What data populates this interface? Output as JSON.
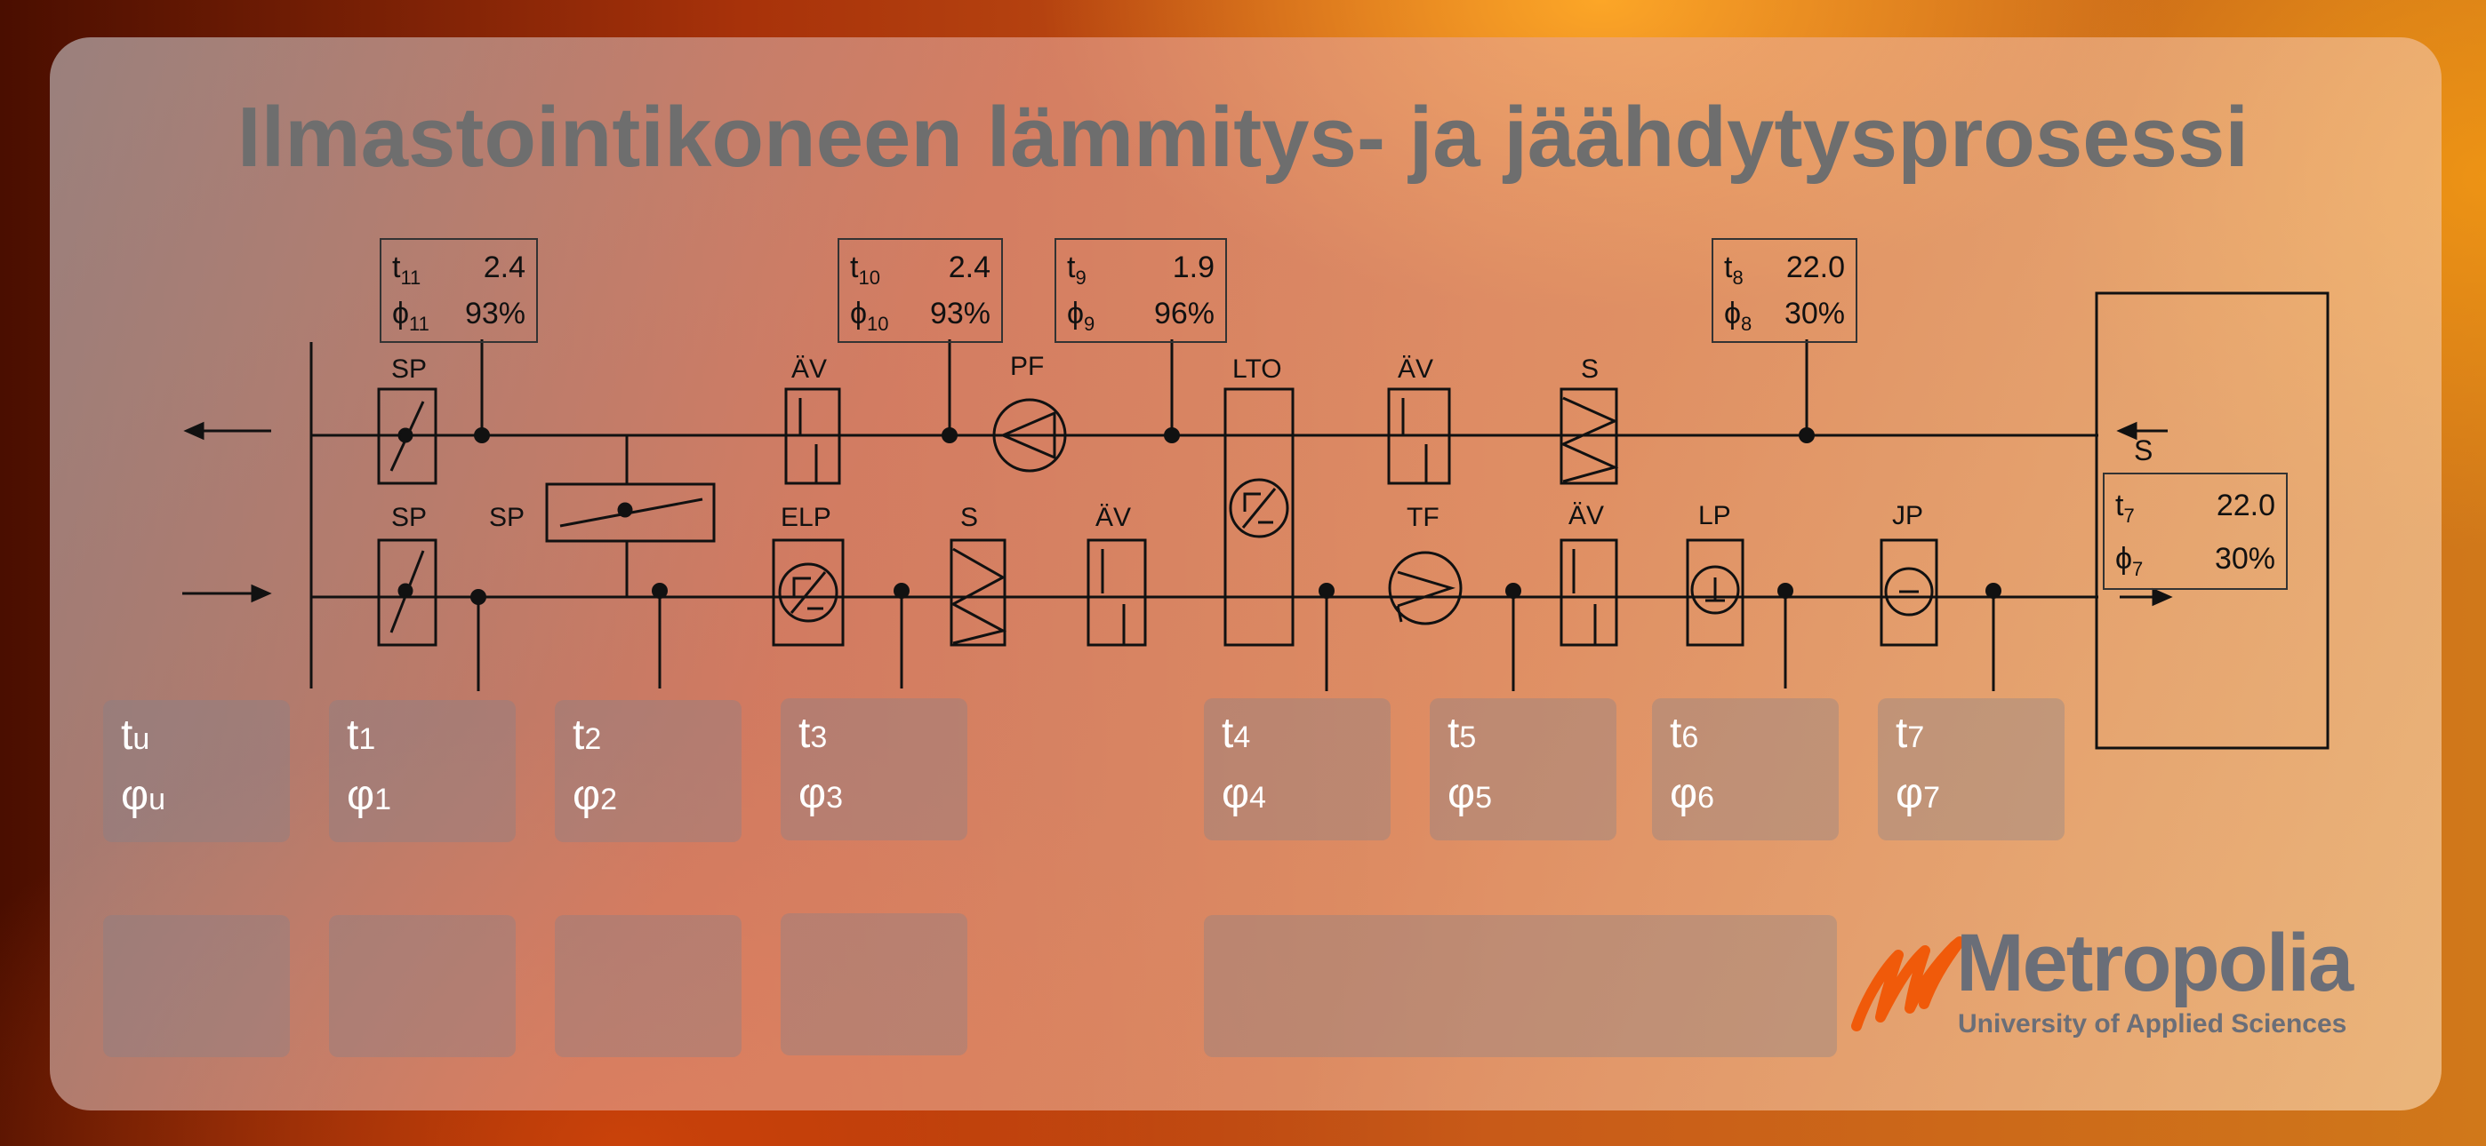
{
  "title": "Ilmastointikoneen lämmitys- ja jäähdytysprosessi",
  "components": {
    "sp_exhaust": "SP",
    "sp_supply": "SP",
    "sp_bypass": "SP",
    "av_exhaust": "ÄV",
    "pf": "PF",
    "lto": "LTO",
    "av_exhaust2": "ÄV",
    "s_exhaust": "S",
    "elp": "ELP",
    "s_supply": "S",
    "av_supply": "ÄV",
    "tf": "TF",
    "av_supply2": "ÄV",
    "lp": "LP",
    "jp": "JP",
    "room": "S"
  },
  "sensors": [
    {
      "t_sym": "t",
      "t_sub": "11",
      "t_val": "2.4",
      "p_sym": "ϕ",
      "p_sub": "11",
      "p_val": "93%"
    },
    {
      "t_sym": "t",
      "t_sub": "10",
      "t_val": "2.4",
      "p_sym": "ϕ",
      "p_sub": "10",
      "p_val": "93%"
    },
    {
      "t_sym": "t",
      "t_sub": "9",
      "t_val": "1.9",
      "p_sym": "ϕ",
      "p_sub": "9",
      "p_val": "96%"
    },
    {
      "t_sym": "t",
      "t_sub": "8",
      "t_val": "22.0",
      "p_sym": "ϕ",
      "p_sub": "8",
      "p_val": "30%"
    },
    {
      "t_sym": "t",
      "t_sub": "7",
      "t_val": "22.0",
      "p_sym": "ϕ",
      "p_sub": "7",
      "p_val": "30%"
    }
  ],
  "points": [
    {
      "t": "t",
      "t_sub": "u",
      "p": "φ",
      "p_sub": "u"
    },
    {
      "t": "t",
      "t_sub": "1",
      "p": "φ",
      "p_sub": "1"
    },
    {
      "t": "t",
      "t_sub": "2",
      "p": "φ",
      "p_sub": "2"
    },
    {
      "t": "t",
      "t_sub": "3",
      "p": "φ",
      "p_sub": "3"
    },
    {
      "t": "t",
      "t_sub": "4",
      "p": "φ",
      "p_sub": "4"
    },
    {
      "t": "t",
      "t_sub": "5",
      "p": "φ",
      "p_sub": "5"
    },
    {
      "t": "t",
      "t_sub": "6",
      "p": "φ",
      "p_sub": "6"
    },
    {
      "t": "t",
      "t_sub": "7",
      "p": "φ",
      "p_sub": "7"
    }
  ],
  "logo": {
    "name": "Metropolia",
    "subtitle": "University of Applied Sciences",
    "mark_color": "#f05a0a"
  }
}
